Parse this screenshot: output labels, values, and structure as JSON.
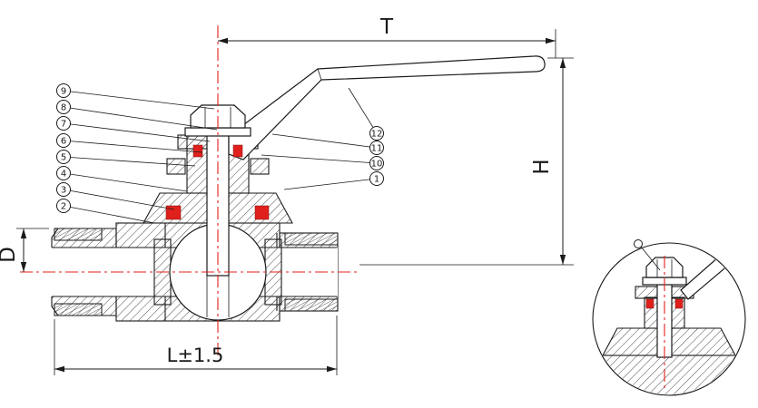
{
  "drawing": {
    "dimensions": {
      "T": "T",
      "H": "H",
      "D": "D",
      "L": "L±1.5"
    },
    "callouts": {
      "left": [
        {
          "label": "9"
        },
        {
          "label": "8"
        },
        {
          "label": "7"
        },
        {
          "label": "6"
        },
        {
          "label": "5"
        },
        {
          "label": "4"
        },
        {
          "label": "3"
        },
        {
          "label": "2"
        }
      ],
      "right": [
        {
          "label": "12"
        },
        {
          "label": "11"
        },
        {
          "label": "10"
        },
        {
          "label": "1"
        }
      ]
    },
    "colors": {
      "line": "#1a1a1a",
      "accent": "#e0201c"
    }
  }
}
